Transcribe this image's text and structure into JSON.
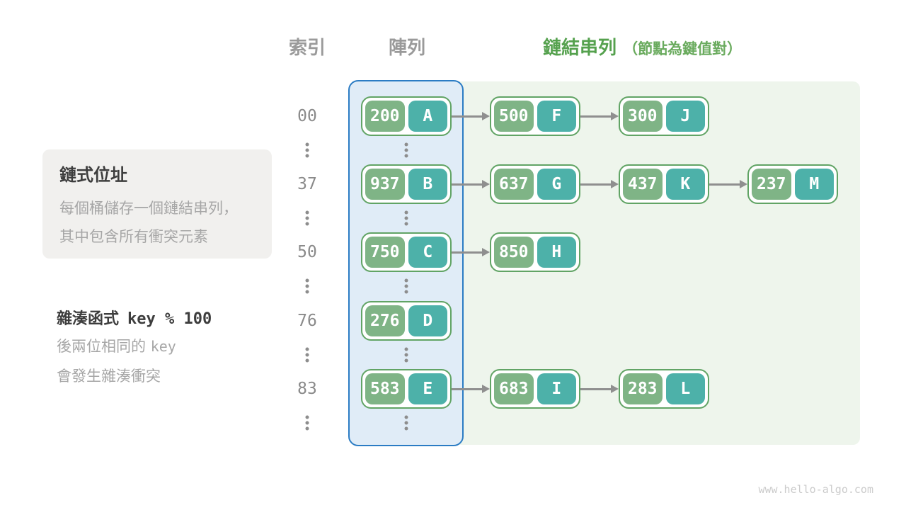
{
  "headers": {
    "index": "索引",
    "array": "陣列",
    "linked_list": "鏈結串列",
    "linked_list_note": "（節點為鍵值對）"
  },
  "annotations": {
    "chaining_box": {
      "title": "鏈式位址",
      "line1": "每個桶儲存一個鏈結串列，",
      "line2": "其中包含所有衝突元素"
    },
    "hash_note": {
      "label": "雜湊函式",
      "formula": "key % 100",
      "line1_prefix": "後兩位相同的",
      "line1_mono": "key",
      "line2": "會發生雜湊衝突"
    }
  },
  "rows": [
    {
      "index": "00",
      "bucket": {
        "key": "200",
        "value": "A"
      },
      "chain": [
        {
          "key": "500",
          "value": "F"
        },
        {
          "key": "300",
          "value": "J"
        }
      ]
    },
    {
      "index": "37",
      "bucket": {
        "key": "937",
        "value": "B"
      },
      "chain": [
        {
          "key": "637",
          "value": "G"
        },
        {
          "key": "437",
          "value": "K"
        },
        {
          "key": "237",
          "value": "M"
        }
      ]
    },
    {
      "index": "50",
      "bucket": {
        "key": "750",
        "value": "C"
      },
      "chain": [
        {
          "key": "850",
          "value": "H"
        }
      ]
    },
    {
      "index": "76",
      "bucket": {
        "key": "276",
        "value": "D"
      },
      "chain": []
    },
    {
      "index": "83",
      "bucket": {
        "key": "583",
        "value": "E"
      },
      "chain": [
        {
          "key": "683",
          "value": "I"
        },
        {
          "key": "283",
          "value": "L"
        }
      ]
    }
  ],
  "watermark": "www.hello-algo.com",
  "colors": {
    "key_pill_green": "#7fb486",
    "value_pill_teal": "#4db1a9",
    "node_border_green": "#61a465",
    "array_panel_fill": "#e0ecf7",
    "array_panel_border": "#2b7cc4",
    "linked_list_panel_fill": "#eef5ec",
    "header_green": "#55a14e",
    "header_gray": "#9a9a9a",
    "arrow_gray": "#8f8f8f",
    "body_gray": "#a6a6a6",
    "dark_text": "#3d3d3d"
  }
}
